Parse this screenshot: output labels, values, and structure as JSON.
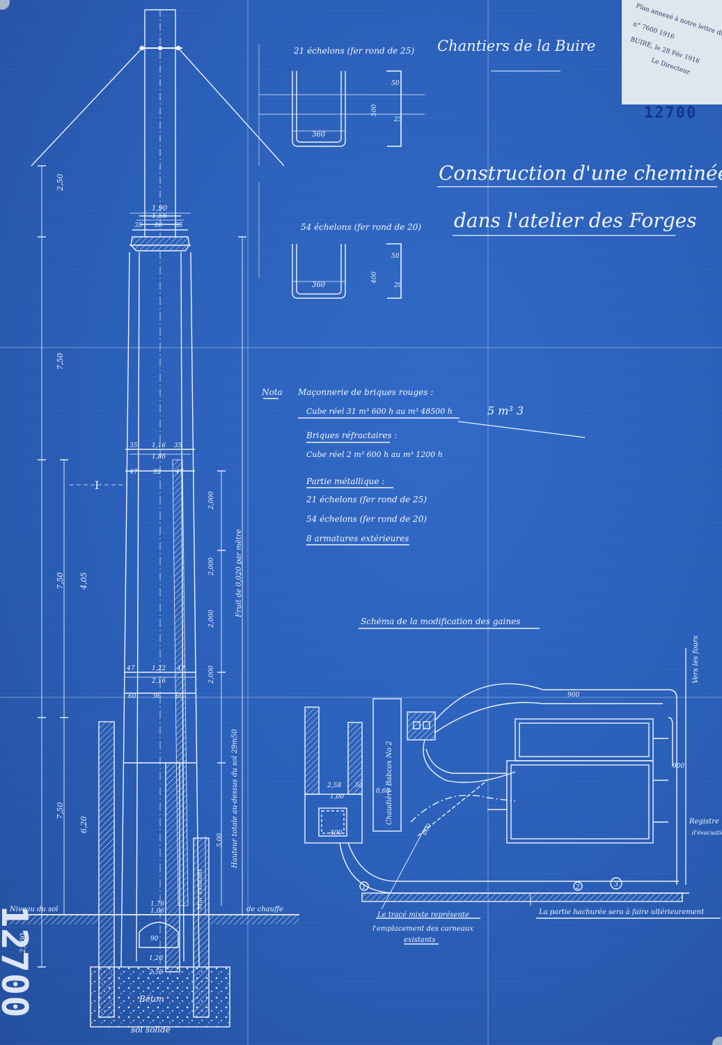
{
  "header": {
    "company": "Chantiers de la Buire",
    "title_line1": "Construction d'une cheminée",
    "title_line2": "dans l'atelier des Forges",
    "ref_number": "12700",
    "margin_number": "12700"
  },
  "stamp": {
    "line1": "Plan annexé à notre lettre du",
    "line2": "n° 7600 1916",
    "line3": "BUIRE, le 28 Fév 1916",
    "line4": "Le Directeur"
  },
  "ladders": {
    "ladder1_title": "21 échelons (fer rond de 25)",
    "ladder1_width": "360",
    "ladder1_height": "500",
    "ladder1_top": "50",
    "ladder1_bar": "25",
    "ladder2_title": "54 échelons (fer rond de 20)",
    "ladder2_width": "360",
    "ladder2_height": "400",
    "ladder2_top": "50",
    "ladder2_bar": "20"
  },
  "notes": {
    "heading": "Nota",
    "l1": "Maçonnerie de briques rouges :",
    "l2": "Cube réel 31 m³ 600 h au m³ 48500 h",
    "l2_annot": "5 m³ 3",
    "l3": "Briques réfractaires :",
    "l4": "Cube réel 2 m³ 600 h au m³ 1200 h",
    "l5": "Partie métallique :",
    "l6": "21 échelons (fer rond de 25)",
    "l7": "54 échelons (fer rond de 20)",
    "l8": "8 armatures extérieures"
  },
  "chimney": {
    "dim_top_250": "2,50",
    "dim_190": "1,90",
    "dim_156": "1,56",
    "dim_35a": "35",
    "dim_86": "86",
    "dim_35b": "35",
    "dim_750a": "7,50",
    "dim_750b": "7,50",
    "dim_405": "4,05",
    "dim_750c": "7,50",
    "dim_620": "6,20",
    "dim_2400": "2,400",
    "dim_116": "1,16",
    "dim_186": "1,86",
    "dim_47a": "47",
    "dim_92": "92",
    "dim_47b": "47",
    "dim_2000a": "2,000",
    "dim_2000b": "2,000",
    "dim_2000c": "2,000",
    "dim_2000d": "2,000",
    "dim_122": "1,22",
    "dim_216": "2,16",
    "dim_60a": "60",
    "dim_96": "96",
    "dim_60b": "60",
    "dim_500": "5,00",
    "dim_176": "1,76",
    "dim_106": "1,06",
    "dim_90": "90",
    "dim_120": "1,20",
    "dim_256": "2,56",
    "section_mark": "I",
    "height_note": "Hauteur totale au-dessus du sol 29m50",
    "fruit_note": "Fruit de 0,020 par mètre",
    "ground": "Niveau du sol",
    "ground_right": "de chauffe",
    "foundation": "Béton",
    "foundation_base": "sol solide",
    "wall_label": "Mur existant"
  },
  "scheme": {
    "title": "Schéma de la modification des gaines",
    "dim_258": "2,58",
    "dim_50": "50",
    "dim_100": "1,00",
    "dim_400": "400",
    "dim_060": "0,60",
    "boiler_label": "Chaudière Babcox No 2",
    "dim_600": "600",
    "dim_900a": "900",
    "dim_900b": "900",
    "to_furnaces": "Vers les fours",
    "register": "Registre",
    "register2": "d'évacuation",
    "hatched_note": "La partie hachurée sera à faire ultérieurement",
    "mixed_note1": "Le tracé mixte représente",
    "mixed_note2": "l'emplacement des carneaux",
    "mixed_note3": "existants",
    "circle1": "1",
    "circle2": "2",
    "circle3": "3"
  }
}
